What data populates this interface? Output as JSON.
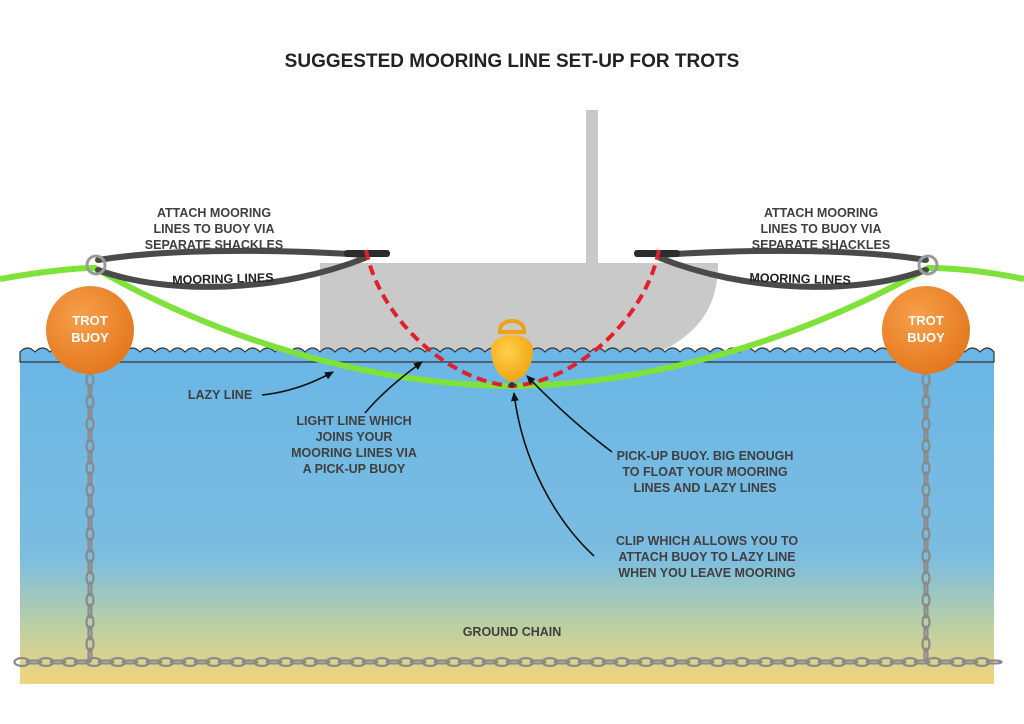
{
  "title": "SUGGESTED MOORING LINE SET-UP FOR TROTS",
  "labels": {
    "attach_left": [
      "ATTACH MOORING",
      "LINES TO BUOY VIA",
      "SEPARATE SHACKLES"
    ],
    "attach_right": [
      "ATTACH MOORING",
      "LINES TO BUOY VIA",
      "SEPARATE SHACKLES"
    ],
    "mooring_lines": "MOORING LINES",
    "trot_buoy": [
      "TROT",
      "BUOY"
    ],
    "lazy_line": "LAZY LINE",
    "light_line": [
      "LIGHT LINE WHICH",
      "JOINS YOUR",
      "MOORING LINES VIA",
      "A PICK-UP BUOY"
    ],
    "pickup_buoy": [
      "PICK-UP BUOY.  BIG ENOUGH",
      "TO FLOAT YOUR MOORING",
      "LINES AND LAZY LINES"
    ],
    "clip": [
      "CLIP WHICH ALLOWS YOU TO",
      "ATTACH BUOY TO LAZY LINE",
      "WHEN YOU LEAVE MOORING"
    ],
    "ground_chain": "GROUND CHAIN"
  },
  "colors": {
    "water_top": "#6ab8e8",
    "sand": "#f4d47a",
    "boat": "#c9c9c9",
    "lazy_line": "#7ee23a",
    "mooring_line": "#4a4a4a",
    "light_line": "#e0202a",
    "trot_buoy": "#ef8a2a",
    "pickup_buoy": "#f6b21c",
    "chain": "#8a8a8a"
  }
}
